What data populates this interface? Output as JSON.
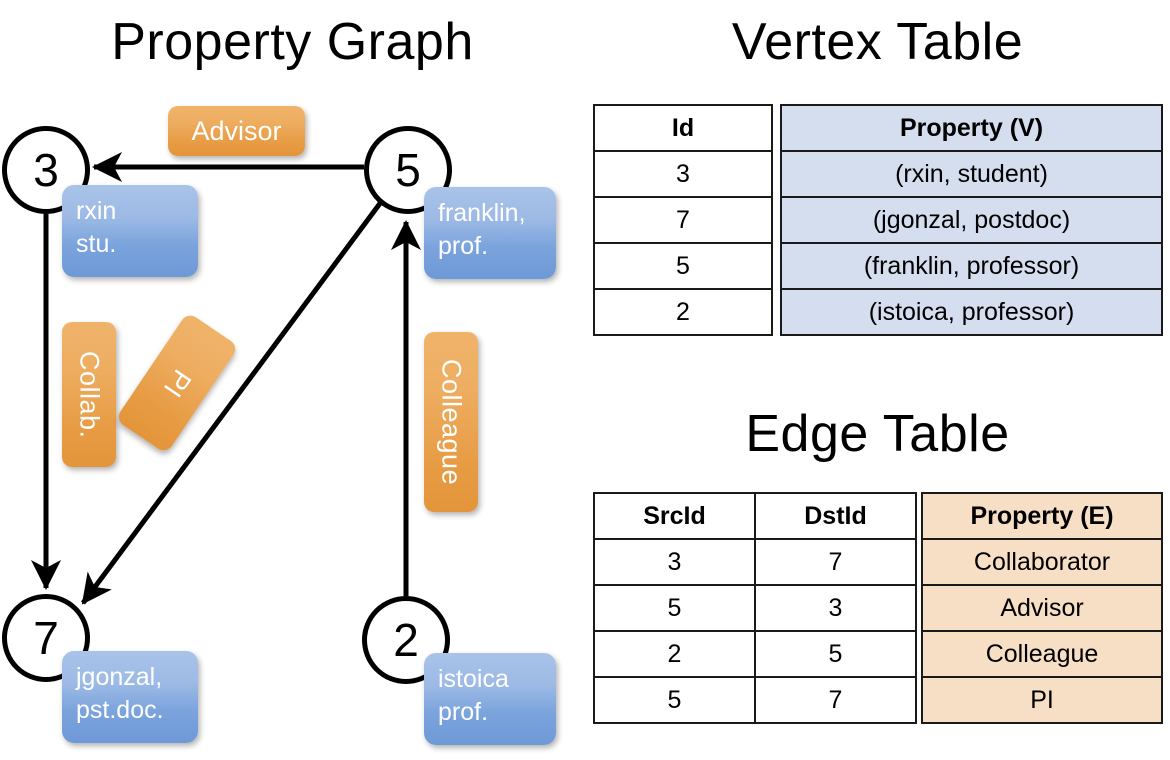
{
  "titles": {
    "property_graph": "Property Graph",
    "vertex_table": "Vertex Table",
    "edge_table": "Edge Table"
  },
  "colors": {
    "vertex_property_fill": "#d4deef",
    "edge_property_fill": "#f7dfc5",
    "node_box_blue": "#7ba4dd",
    "edge_label_orange": "#e79b43",
    "stroke": "#000000"
  },
  "graph": {
    "nodes": [
      {
        "id": "3",
        "property_line1": "rxin",
        "property_line2": "stu."
      },
      {
        "id": "5",
        "property_line1": "franklin,",
        "property_line2": "prof."
      },
      {
        "id": "7",
        "property_line1": "jgonzal,",
        "property_line2": "pst.doc."
      },
      {
        "id": "2",
        "property_line1": "istoica",
        "property_line2": "prof."
      }
    ],
    "edge_labels": [
      {
        "name": "advisor",
        "text": "Advisor",
        "orientation": "horizontal"
      },
      {
        "name": "collab",
        "text": "Collab.",
        "orientation": "vertical"
      },
      {
        "name": "pi",
        "text": "PI",
        "orientation": "rotated"
      },
      {
        "name": "colleague",
        "text": "Colleague",
        "orientation": "vertical"
      }
    ],
    "edges": [
      {
        "from": "5",
        "to": "3",
        "label": "Advisor"
      },
      {
        "from": "3",
        "to": "7",
        "label": "Collab."
      },
      {
        "from": "5",
        "to": "7",
        "label": "PI"
      },
      {
        "from": "2",
        "to": "5",
        "label": "Colleague"
      }
    ]
  },
  "vertex_table": {
    "headers": {
      "id": "Id",
      "property": "Property (V)"
    },
    "rows": [
      {
        "id": "3",
        "property": "(rxin, student)"
      },
      {
        "id": "7",
        "property": "(jgonzal, postdoc)"
      },
      {
        "id": "5",
        "property": "(franklin, professor)"
      },
      {
        "id": "2",
        "property": "(istoica, professor)"
      }
    ]
  },
  "edge_table": {
    "headers": {
      "src": "SrcId",
      "dst": "DstId",
      "property": "Property (E)"
    },
    "rows": [
      {
        "src": "3",
        "dst": "7",
        "property": "Collaborator"
      },
      {
        "src": "5",
        "dst": "3",
        "property": "Advisor"
      },
      {
        "src": "2",
        "dst": "5",
        "property": "Colleague"
      },
      {
        "src": "5",
        "dst": "7",
        "property": "PI"
      }
    ]
  }
}
